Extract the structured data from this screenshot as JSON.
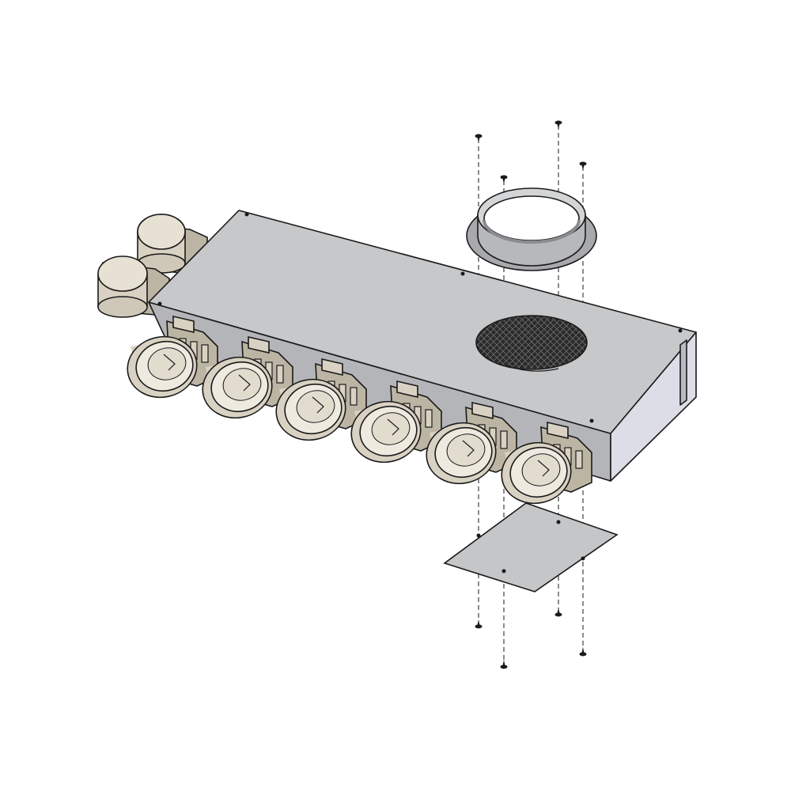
{
  "figure": {
    "colors": {
      "background": "#ffffff",
      "plenum_top": "#c7c8ca",
      "plenum_side": "#b4b5b8",
      "plenum_end": "#dcdde6",
      "spigot_body": "#d9d2c3",
      "spigot_shade": "#bdb5a4",
      "spigot_inner": "#efeae0",
      "collar_ring": "#b7b8bb",
      "collar_flange": "#a8a9ac",
      "filter_mesh": "#222222",
      "cover_plate": "#c5c6c8",
      "outline": "#1a1a1a"
    },
    "parts": [
      {
        "id": "plenum-box",
        "count": 1
      },
      {
        "id": "front-spigots",
        "count": 6
      },
      {
        "id": "end-spigots",
        "count": 2
      },
      {
        "id": "top-collar",
        "count": 1
      },
      {
        "id": "mesh-opening",
        "count": 1
      },
      {
        "id": "cover-plate",
        "count": 1
      },
      {
        "id": "top-screws",
        "count": 4
      },
      {
        "id": "bottom-screws",
        "count": 4
      }
    ]
  }
}
